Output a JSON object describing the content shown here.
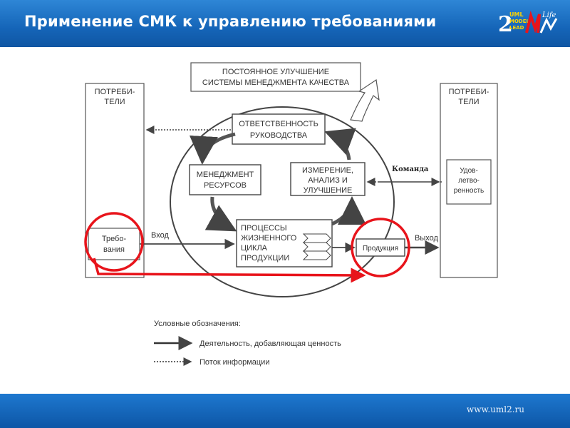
{
  "slide": {
    "title": "Применение СМК к управлению требованиями",
    "footer_url": "www.uml2.ru"
  },
  "logo": {
    "line1": "UML",
    "line2": "MODEL",
    "line3": "LEAD",
    "line4": "Life",
    "digit": "2"
  },
  "diagram": {
    "top_box_line1": "ПОСТОЯННОЕ УЛУЧШЕНИЕ",
    "top_box_line2": "СИСТЕМЫ МЕНЕДЖМЕНТА КАЧЕСТВА",
    "left_col_line1": "ПОТРЕБИ-",
    "left_col_line2": "ТЕЛИ",
    "right_col_line1": "ПОТРЕБИ-",
    "right_col_line2": "ТЕЛИ",
    "responsibility_line1": "ОТВЕТСТВЕННОСТЬ",
    "responsibility_line2": "РУКОВОДСТВА",
    "resources_line1": "МЕНЕДЖМЕНТ",
    "resources_line2": "РЕСУРСОВ",
    "measurement_line1": "ИЗМЕРЕНИЕ,",
    "measurement_line2": "АНАЛИЗ И",
    "measurement_line3": "УЛУЧШЕНИЕ",
    "processes_line1": "ПРОЦЕССЫ",
    "processes_line2": "ЖИЗНЕННОГО",
    "processes_line3": "ЦИКЛА",
    "processes_line4": "ПРОДУКЦИИ",
    "requirements_line1": "Требо-",
    "requirements_line2": "вания",
    "product": "Продукция",
    "satisfaction_line1": "Удов-",
    "satisfaction_line2": "летво-",
    "satisfaction_line3": "ренность",
    "input_label": "Вход",
    "output_label": "Выход",
    "team_label": "Команда"
  },
  "legend": {
    "title": "Условные обозначения:",
    "activity": "Деятельность, добавляющая ценность",
    "info_flow": "Поток информации"
  },
  "colors": {
    "header_blue": "#1565b8",
    "highlight_red": "#e8141b",
    "line_gray": "#444444"
  }
}
